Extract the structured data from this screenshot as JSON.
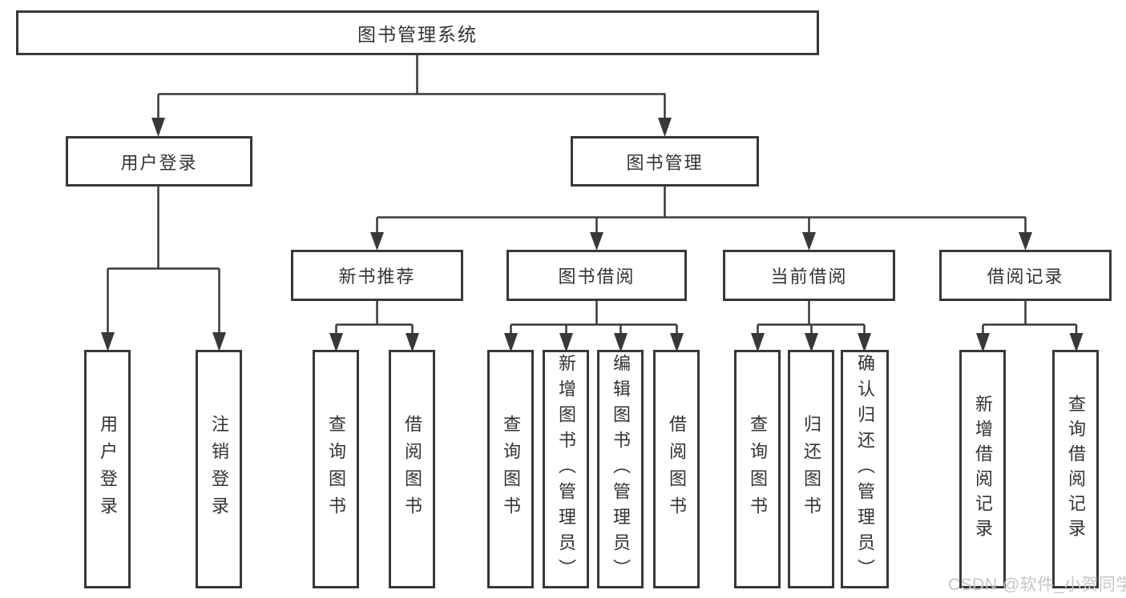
{
  "colors": {
    "background": "#ffffff",
    "line": "#383838",
    "box_border": "#383838",
    "text": "#333333",
    "watermark_text": "#c6c6c6"
  },
  "watermark": "CSDN @软件_小贺同学",
  "tree": {
    "root": {
      "label": "图书管理系统",
      "children": [
        {
          "label": "用户登录",
          "children": [
            {
              "label": "用户登录"
            },
            {
              "label": "注销登录"
            }
          ]
        },
        {
          "label": "图书管理",
          "children": [
            {
              "label": "新书推荐",
              "children": [
                {
                  "label": "查询图书"
                },
                {
                  "label": "借阅图书"
                }
              ]
            },
            {
              "label": "图书借阅",
              "children": [
                {
                  "label": "查询图书"
                },
                {
                  "label": "新增图书（管理员）"
                },
                {
                  "label": "编辑图书（管理员）"
                },
                {
                  "label": "借阅图书"
                }
              ]
            },
            {
              "label": "当前借阅",
              "children": [
                {
                  "label": "查询图书"
                },
                {
                  "label": "归还图书"
                },
                {
                  "label": "确认归还（管理员）"
                }
              ]
            },
            {
              "label": "借阅记录",
              "children": [
                {
                  "label": "新增借阅记录"
                },
                {
                  "label": "查询借阅记录"
                }
              ]
            }
          ]
        }
      ]
    }
  }
}
